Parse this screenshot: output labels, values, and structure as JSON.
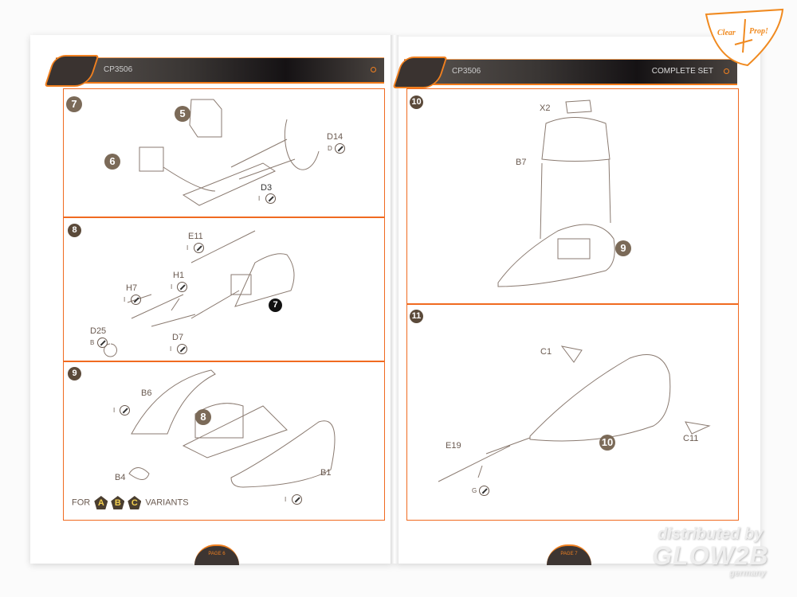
{
  "header": {
    "code": "CP3506",
    "set_label": "COMPLETE SET"
  },
  "brand_logo": "Clear Prop!",
  "pages": [
    {
      "label": "PAGE 6"
    },
    {
      "label": "PAGE 7"
    }
  ],
  "steps": {
    "s7": {
      "number": "7",
      "subs": [
        "5",
        "6"
      ],
      "parts": {
        "d14": "D14",
        "d14_qty": "D",
        "d3": "D3",
        "d3_qty": "I"
      }
    },
    "s8": {
      "number": "8",
      "sub": "7",
      "parts": {
        "e11": "E11",
        "e11_qty": "I",
        "h1": "H1",
        "h1_qty": "I",
        "h7": "H7",
        "h7_qty": "I",
        "d25": "D25",
        "d25_qty": "B",
        "d7": "D7",
        "d7_qty": "I"
      }
    },
    "s9": {
      "number": "9",
      "sub": "8",
      "parts": {
        "b6": "B6",
        "b6_qty": "I",
        "b4": "B4",
        "b1": "B1",
        "b1_qty": "I"
      },
      "variants": {
        "prefix": "FOR",
        "items": [
          "A",
          "B",
          "C"
        ],
        "suffix": "VARIANTS"
      }
    },
    "s10": {
      "number": "10",
      "sub": "9",
      "parts": {
        "x2": "X2",
        "b7": "B7"
      }
    },
    "s11": {
      "number": "11",
      "sub": "10",
      "parts": {
        "c1": "C1",
        "c11": "C11",
        "e19": "E19",
        "e19_qty": "G"
      }
    }
  },
  "watermark": {
    "line1": "distributed by",
    "line2": "GLOW2B",
    "line3": "germany"
  },
  "colors": {
    "accent": "#f06a20",
    "header": "#2a2624"
  }
}
